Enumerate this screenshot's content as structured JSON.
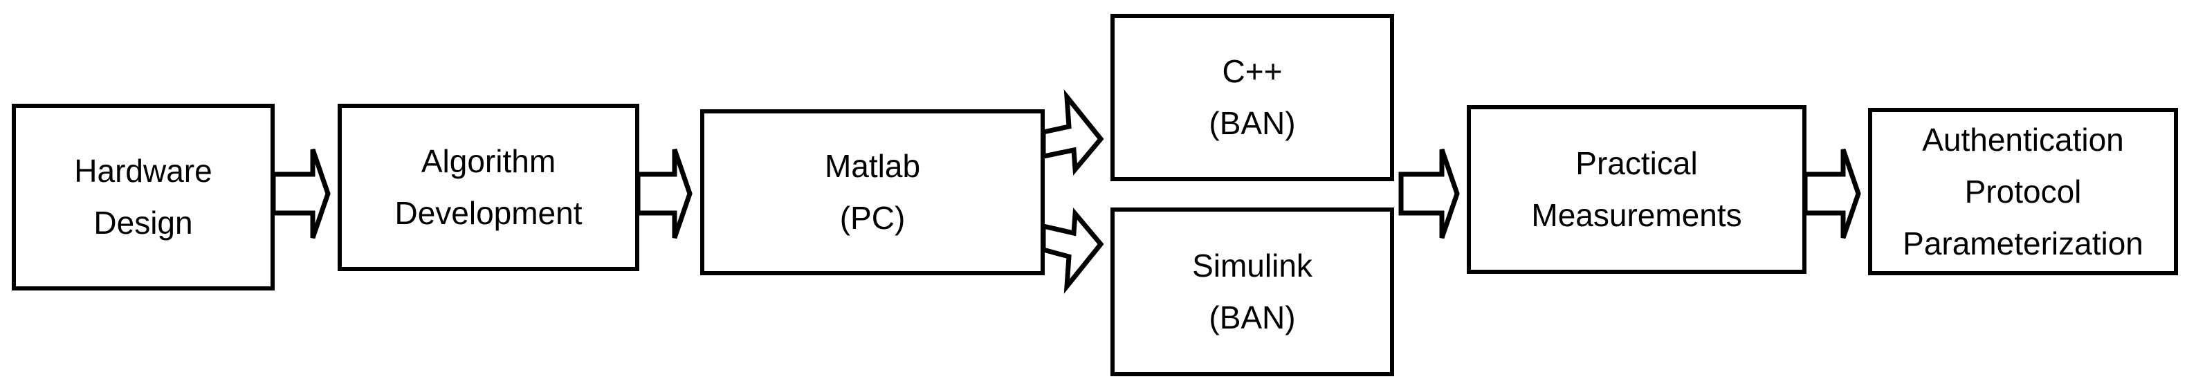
{
  "diagram": {
    "nodes": [
      {
        "id": "hardware-design",
        "lines": [
          "Hardware",
          "Design"
        ]
      },
      {
        "id": "algorithm-development",
        "lines": [
          "Algorithm",
          "Development"
        ]
      },
      {
        "id": "matlab-pc",
        "lines": [
          "Matlab",
          "(PC)"
        ]
      },
      {
        "id": "cpp-ban",
        "lines": [
          "C++",
          "(BAN)"
        ]
      },
      {
        "id": "simulink-ban",
        "lines": [
          "Simulink",
          "(BAN)"
        ]
      },
      {
        "id": "practical-measurements",
        "lines": [
          "Practical",
          "Measurements"
        ]
      },
      {
        "id": "authentication-protocol-parameterization",
        "lines": [
          "Authentication",
          "Protocol",
          "Parameterization"
        ]
      }
    ],
    "edges": [
      {
        "from": "hardware-design",
        "to": "algorithm-development"
      },
      {
        "from": "algorithm-development",
        "to": "matlab-pc"
      },
      {
        "from": "matlab-pc",
        "to": "cpp-ban"
      },
      {
        "from": "matlab-pc",
        "to": "simulink-ban"
      },
      {
        "from": "cpp-ban",
        "to": "practical-measurements"
      },
      {
        "from": "simulink-ban",
        "to": "practical-measurements"
      },
      {
        "from": "practical-measurements",
        "to": "authentication-protocol-parameterization"
      }
    ]
  }
}
